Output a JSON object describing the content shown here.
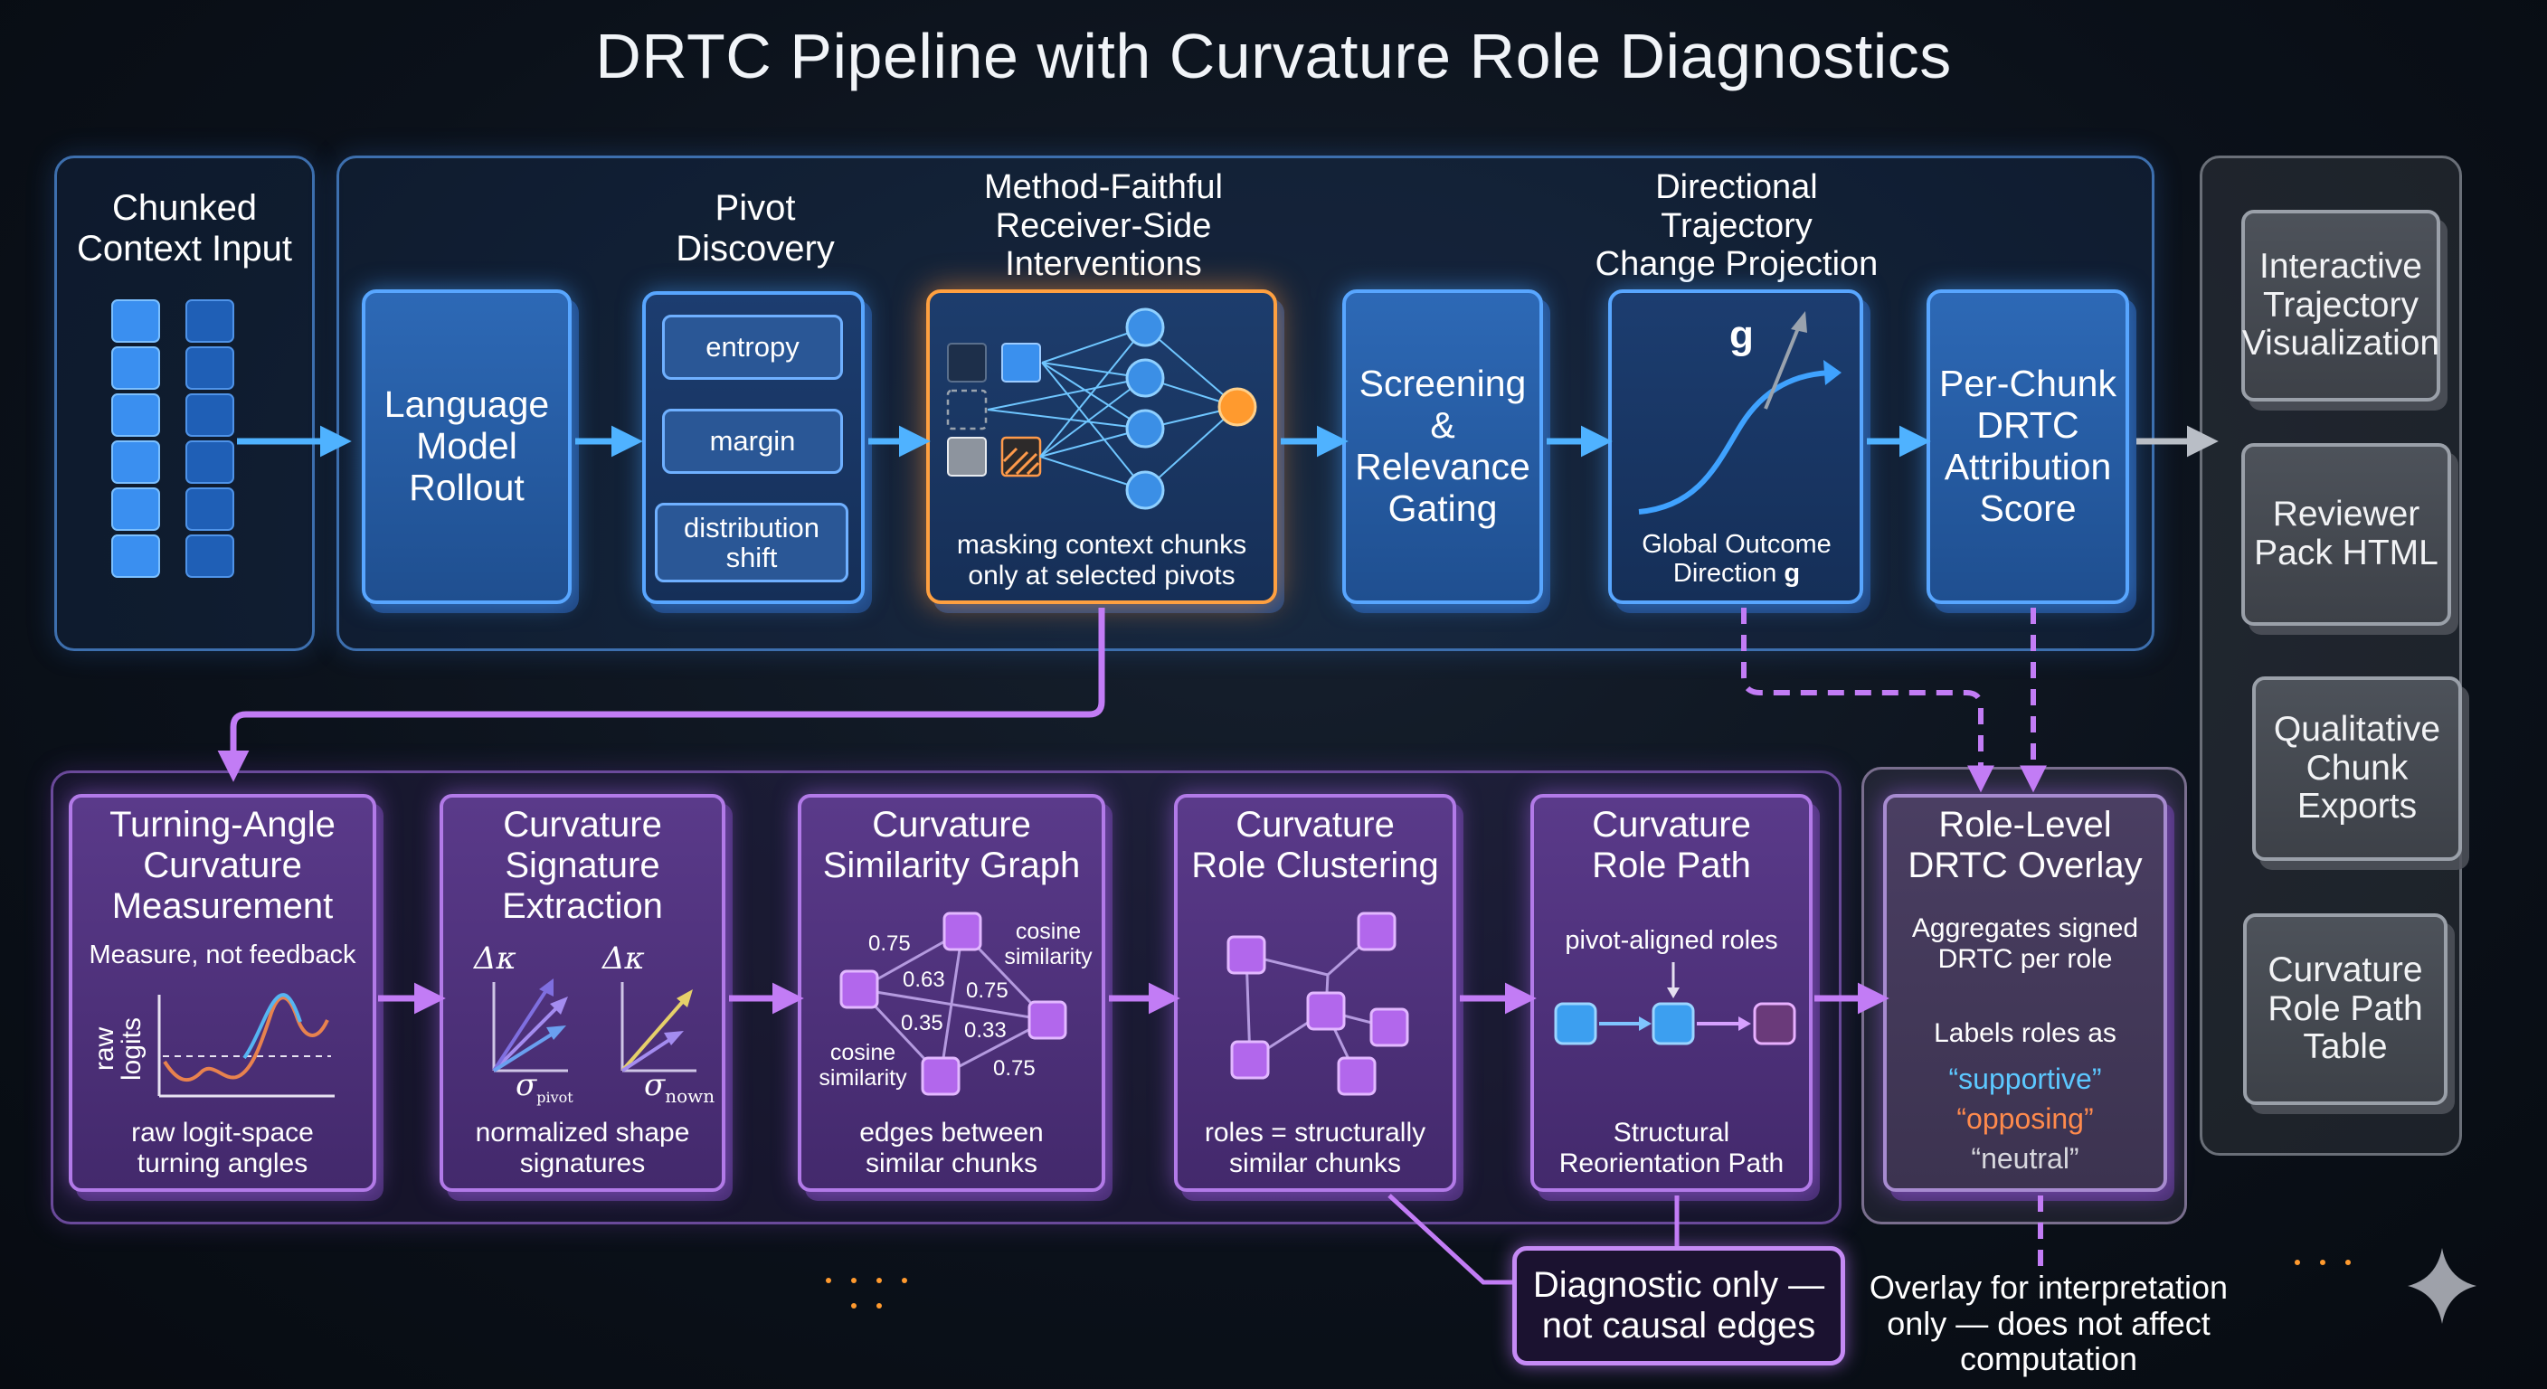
{
  "title": "DRTC Pipeline with Curvature Role Diagnostics",
  "top": {
    "chunked_input": "Chunked\nContext Input",
    "lm_rollout": "Language\nModel\nRollout",
    "pivot_discovery": {
      "title": "Pivot\nDiscovery",
      "items": [
        "entropy",
        "margin",
        "distribution\nshift"
      ]
    },
    "interventions": {
      "title": "Method-Faithful\nReceiver-Side\nInterventions",
      "caption": "masking context chunks\nonly at selected pivots"
    },
    "screening": "Screening\n&\nRelevance\nGating",
    "projection": {
      "title": "Directional\nTrajectory\nChange Projection",
      "symbol": "g",
      "caption_prefix": "Global Outcome\nDirection ",
      "caption_symbol": "g"
    },
    "score": "Per-Chunk\nDRTC\nAttribution\nScore"
  },
  "outputs": [
    "Interactive\nTrajectory\nVisualization",
    "Reviewer\nPack HTML",
    "Qualitative\nChunk\nExports",
    "Curvature\nRole Path\nTable"
  ],
  "bottom": {
    "turning": {
      "title": "Turning-Angle\nCurvature\nMeasurement",
      "note": "Measure, not feedback",
      "ylabel": "raw\nlogits",
      "caption": "raw logit-space\nturning angles"
    },
    "signature": {
      "title": "Curvature\nSignature\nExtraction",
      "delta_kappa": "Δκ",
      "sigma": "σ",
      "sub_pivot": "pivot",
      "sub_known": "nown",
      "caption": "normalized shape\nsignatures"
    },
    "graph": {
      "title": "Curvature\nSimilarity Graph",
      "weights": [
        "0.75",
        "0.63",
        "0.75",
        "0.35",
        "0.33",
        "0.75"
      ],
      "label_top": "cosine\nsimilarity",
      "label_left": "cosine\nsimilarity",
      "caption": "edges between\nsimilar chunks"
    },
    "clustering": {
      "title": "Curvature\nRole Clustering",
      "caption": "roles = structurally\nsimilar chunks"
    },
    "path": {
      "title": "Curvature\nRole Path",
      "note": "pivot-aligned roles",
      "caption": "Structural\nReorientation Path"
    },
    "overlay": {
      "title": "Role-Level\nDRTC Overlay",
      "desc": "Aggregates signed\nDRTC per role",
      "labels_intro": "Labels roles as",
      "supportive": "“supportive”",
      "opposing": "“opposing”",
      "neutral": "“neutral”"
    }
  },
  "callouts": {
    "diagnostic": "Diagnostic only —\nnot causal edges",
    "overlay_note": "Overlay for interpretation\nonly — does not affect\ncomputation"
  },
  "colors": {
    "blue_accent": "#58a6ff",
    "purple_accent": "#b27ae8",
    "orange_accent": "#ffa040",
    "supportive": "#5cc8ff",
    "opposing": "#ff8a4c",
    "neutral": "#d8d8de"
  }
}
